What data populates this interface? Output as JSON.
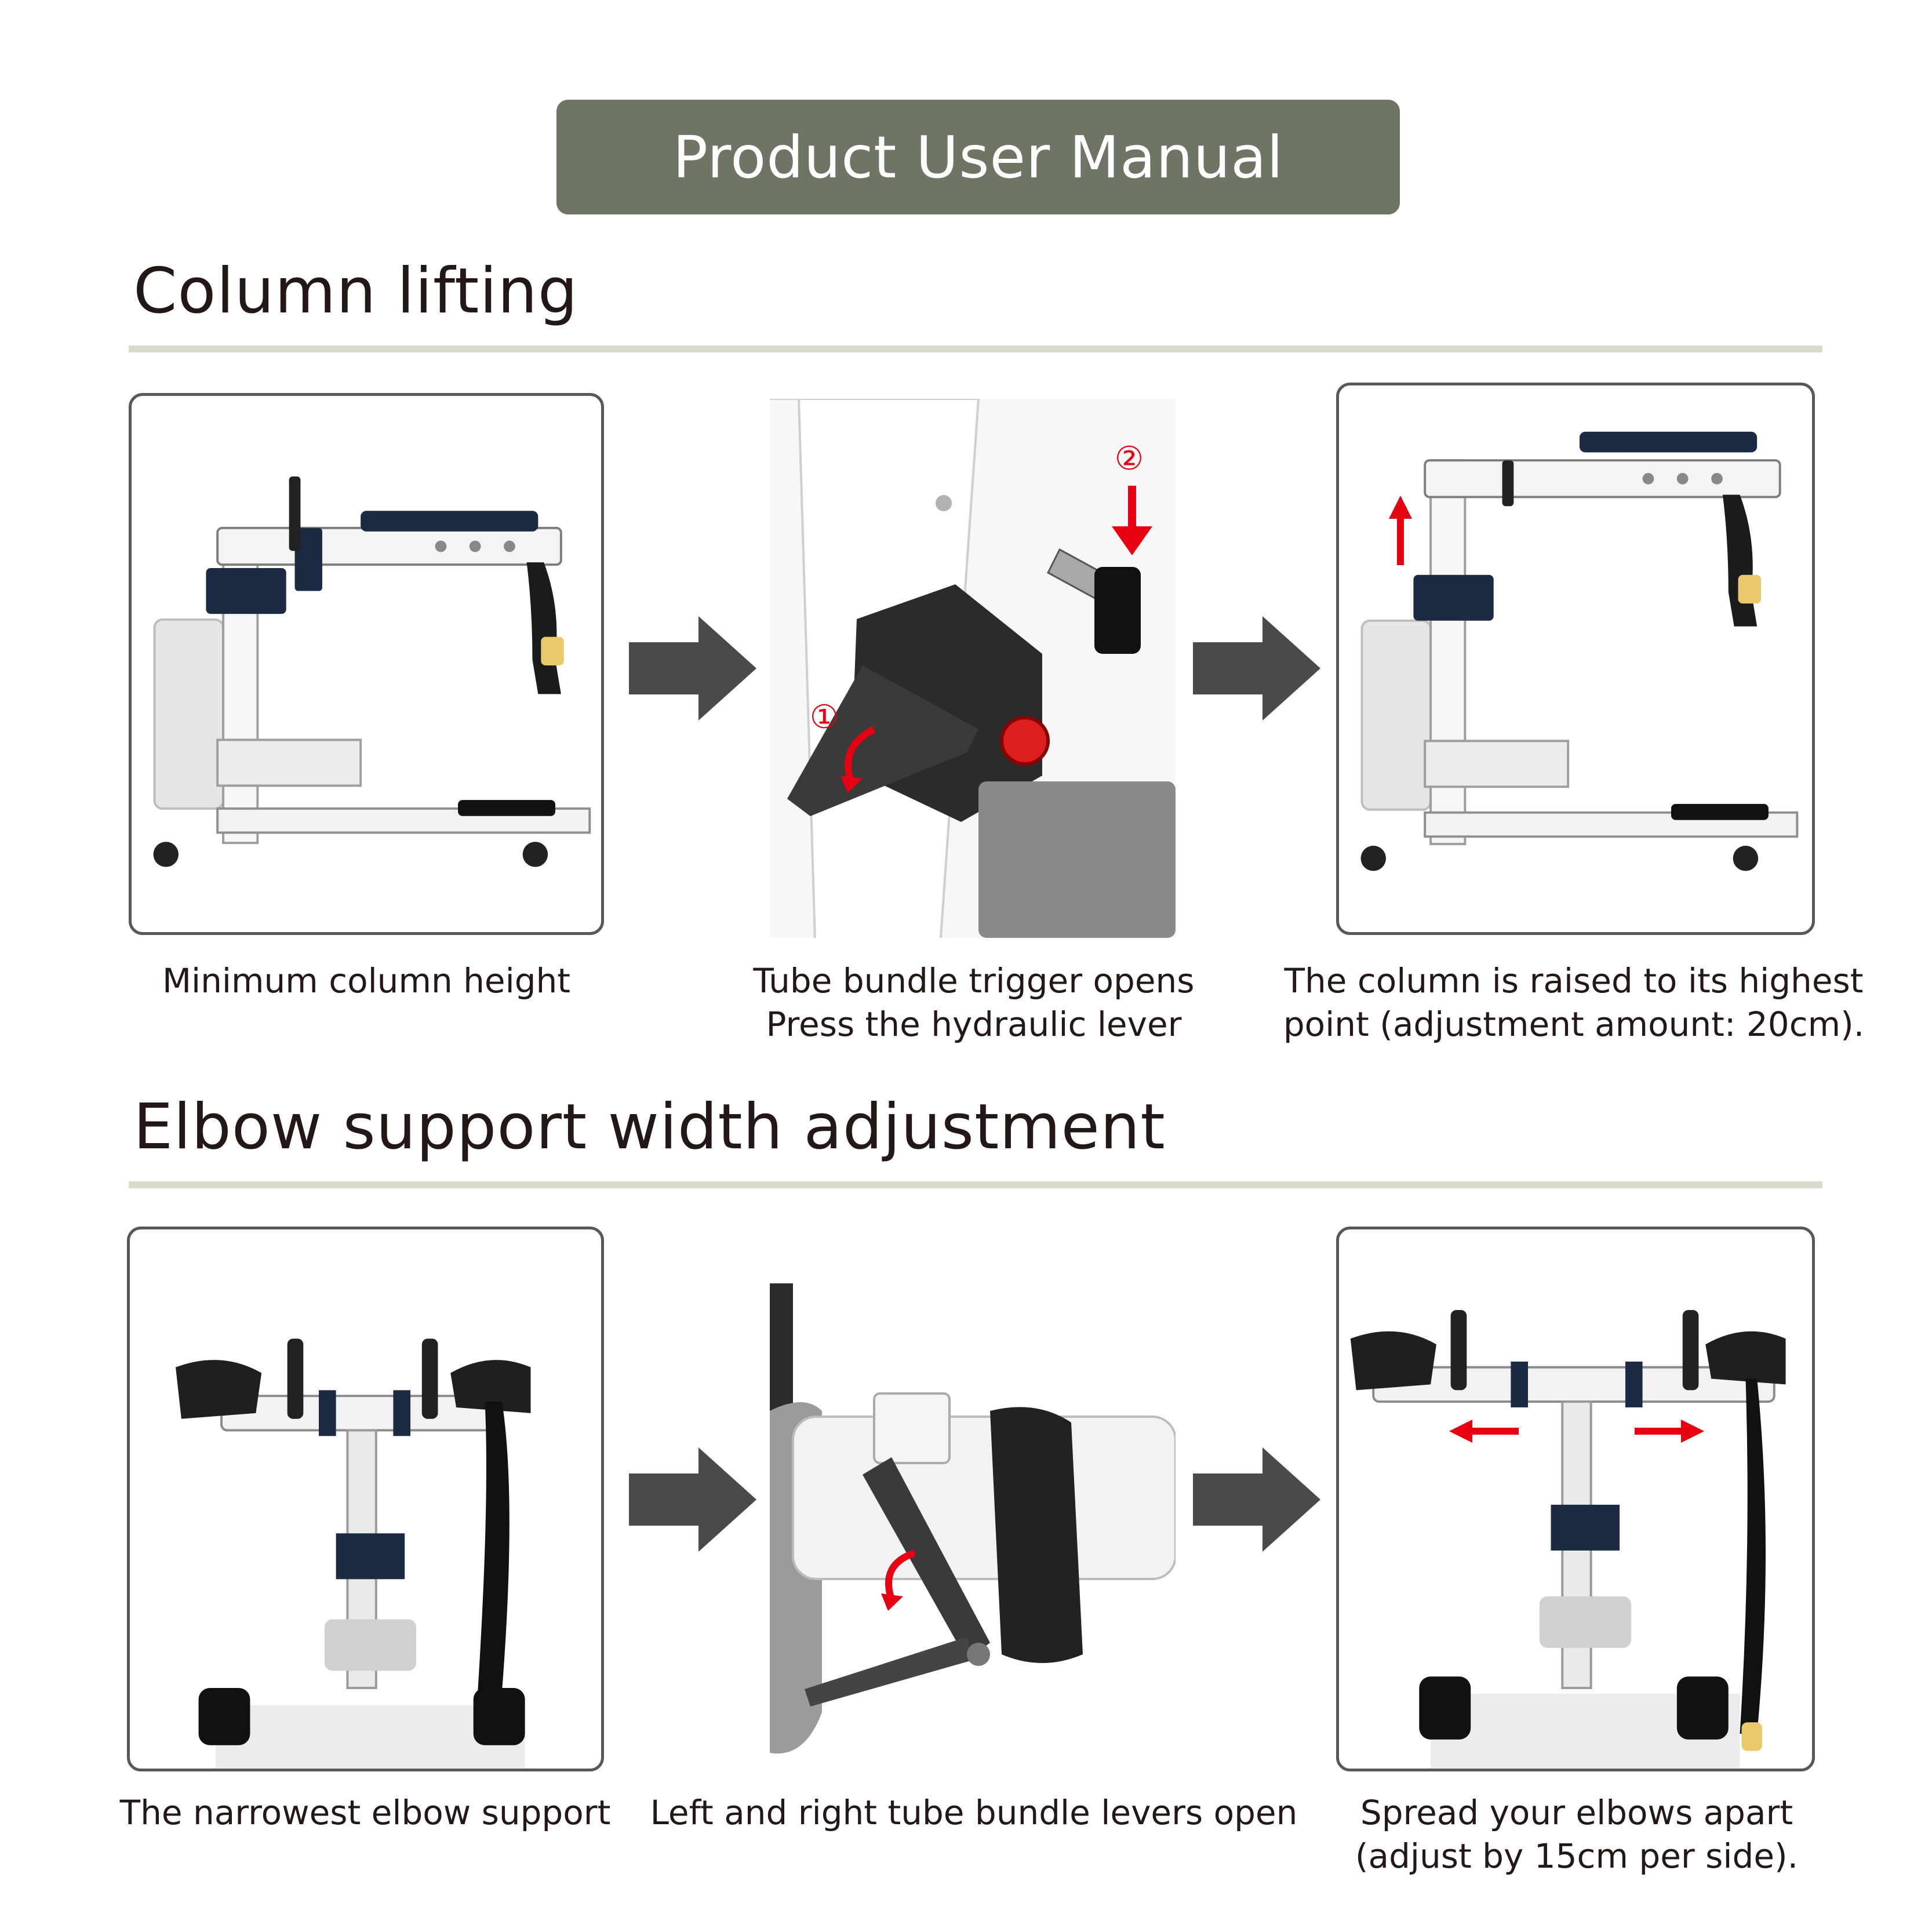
{
  "header": {
    "title": "Product User Manual"
  },
  "sections": [
    {
      "title": "Column lifting",
      "steps": [
        {
          "lines": [
            "Minimum column height"
          ]
        },
        {
          "lines": [
            "Tube bundle trigger opens",
            "Press the hydraulic lever"
          ],
          "markers": [
            "①",
            "②"
          ]
        },
        {
          "lines": [
            "The column is raised to its highest",
            "point (adjustment amount: 20cm)."
          ]
        }
      ]
    },
    {
      "title": "Elbow support width adjustment",
      "steps": [
        {
          "lines": [
            "The narrowest elbow support"
          ]
        },
        {
          "lines": [
            "Left and right tube bundle levers open"
          ]
        },
        {
          "lines": [
            "Spread your elbows apart",
            "(adjust by 15cm per side)."
          ]
        }
      ]
    }
  ],
  "colors": {
    "banner": "#6f7565",
    "rule": "#d7dbcc",
    "arrow": "#4a4a4a",
    "indicator": "#e60012",
    "frame_border": "#595757"
  },
  "icons": [
    "right-arrow-icon",
    "red-up-arrow-icon",
    "red-curved-arrow-icon",
    "red-down-arrow-icon",
    "red-left-arrow-icon",
    "red-right-arrow-icon"
  ]
}
